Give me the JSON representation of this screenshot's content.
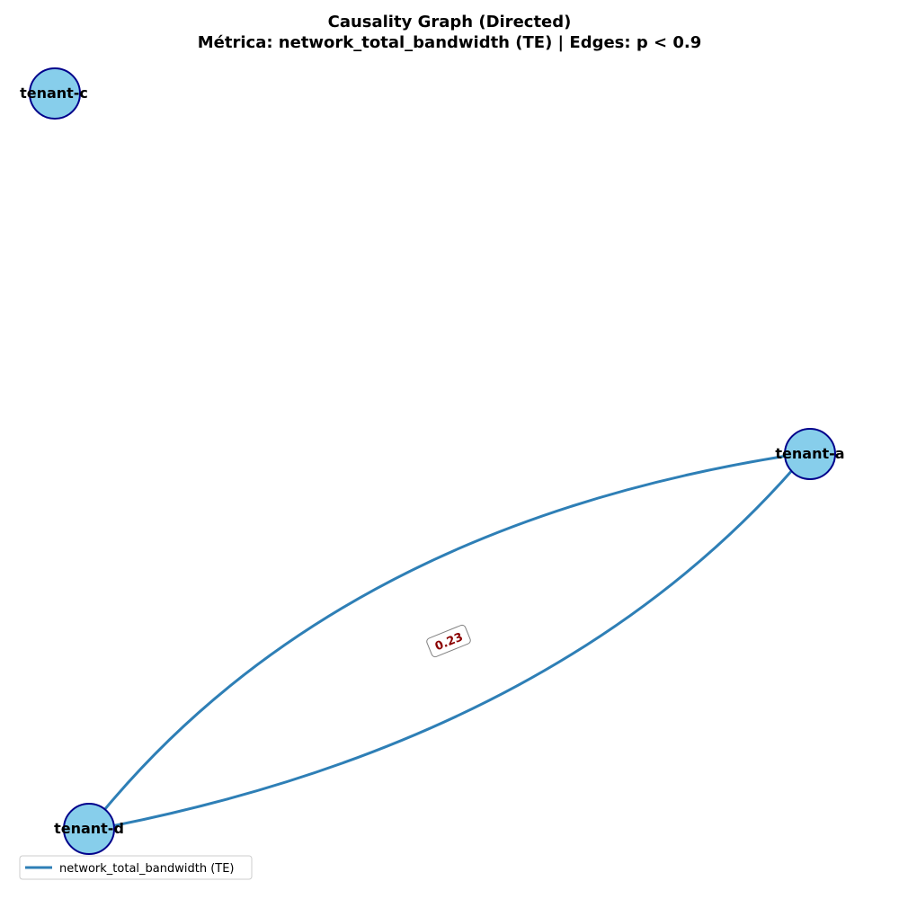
{
  "title": {
    "line1": "Causality Graph (Directed)",
    "line2": "Métrica: network_total_bandwidth (TE) | Edges: p < 0.9"
  },
  "colors": {
    "node_fill": "#87ceeb",
    "node_stroke": "#00008b",
    "edge": "#2e7fb6",
    "edge_label_text": "#8b0000",
    "edge_label_border": "#808080"
  },
  "nodes": [
    {
      "id": "tenant-a",
      "label": "tenant-a"
    },
    {
      "id": "tenant-c",
      "label": "tenant-c"
    },
    {
      "id": "tenant-d",
      "label": "tenant-d"
    }
  ],
  "edges": [
    {
      "id": "d-to-a",
      "source": "tenant-d",
      "target": "tenant-a",
      "metric": "network_total_bandwidth (TE)"
    },
    {
      "id": "a-to-d",
      "source": "tenant-a",
      "target": "tenant-d",
      "metric": "network_total_bandwidth (TE)"
    }
  ],
  "edge_label": {
    "value": "0.23"
  },
  "legend": {
    "entries": [
      {
        "label": "network_total_bandwidth (TE)"
      }
    ]
  }
}
